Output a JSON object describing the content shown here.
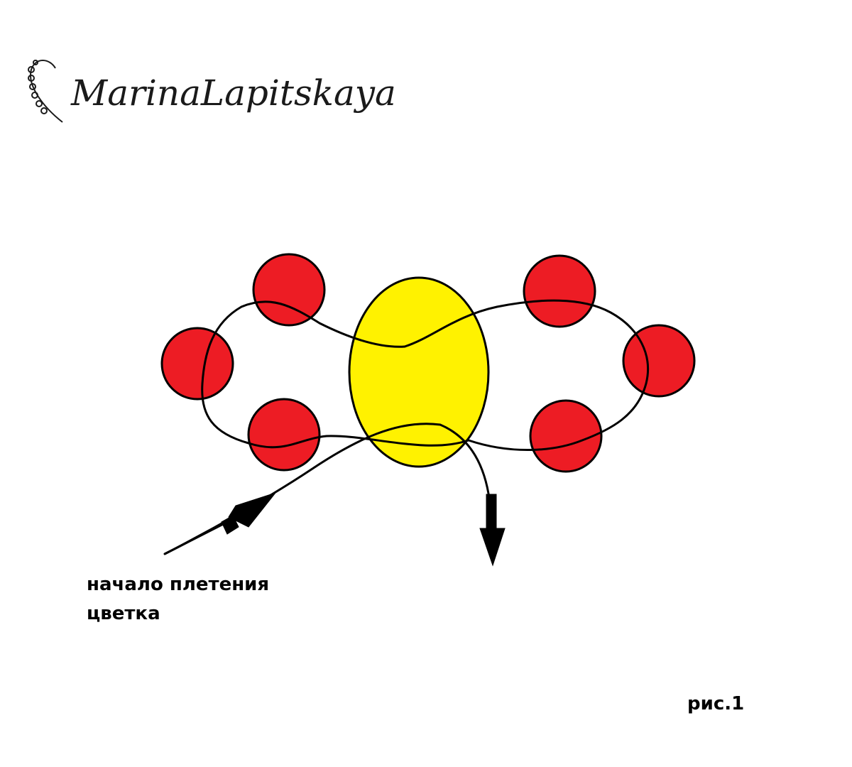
{
  "logo": {
    "text": "MarinaLapitskaya"
  },
  "labels": {
    "start_line1": "начало плетения",
    "start_line2": "цветка",
    "figure": "рис.1"
  },
  "colors": {
    "petal_bead": "#ed1c24",
    "center_bead": "#fff200",
    "thread": "#000000",
    "background": "#ffffff"
  },
  "beads": {
    "petals": 6,
    "center": 1
  }
}
